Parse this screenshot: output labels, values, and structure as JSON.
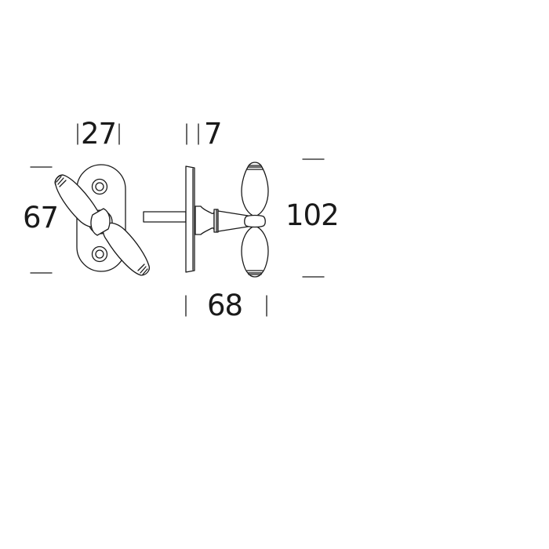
{
  "drawing": {
    "title": "Window handle technical drawing",
    "line_color": "#1a1a1a",
    "background": "#ffffff",
    "views": [
      {
        "name": "front-view",
        "description": "handle on oval backplate with two screw holes"
      },
      {
        "name": "side-view",
        "description": "handle profile with spindle and rose plate"
      }
    ],
    "dimensions": {
      "width_backplate": "27",
      "height_backplate": "67",
      "plate_thickness": "7",
      "handle_height": "102",
      "projection": "68"
    }
  }
}
